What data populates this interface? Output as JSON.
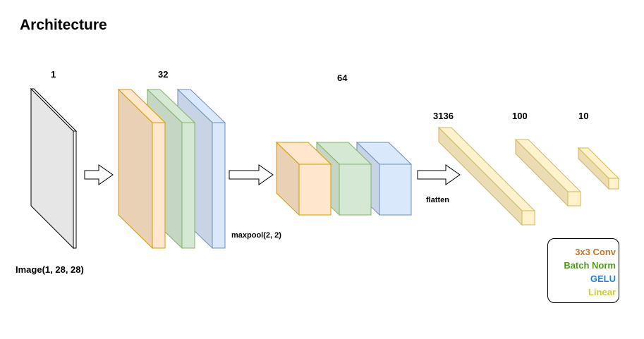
{
  "title": "Architecture",
  "layers": {
    "input_channels": "1",
    "conv_block1_channels": "32",
    "conv_block2_channels": "64",
    "flatten_units": "3136",
    "hidden_units": "100",
    "output_units": "10"
  },
  "labels": {
    "input_shape": "Image(1, 28, 28)",
    "pooling": "maxpool(2, 2)",
    "flatten": "flatten"
  },
  "legend": {
    "items": [
      {
        "label": "3x3 Conv",
        "color": "#c5772b"
      },
      {
        "label": "Batch Norm",
        "color": "#4e9a1a"
      },
      {
        "label": "GELU",
        "color": "#1a86e8"
      },
      {
        "label": "Linear",
        "color": "#c9cf2d"
      }
    ]
  },
  "colors": {
    "input_fill": "#e6e6e6",
    "conv_fill": "#ffe6cc",
    "conv_stroke": "#d79b00",
    "bn_fill": "#d5e8d4",
    "bn_stroke": "#82b366",
    "gelu_fill": "#dae8fc",
    "gelu_stroke": "#6c8ebf",
    "linear_fill": "#fff2cc",
    "linear_stroke": "#d6b656"
  }
}
